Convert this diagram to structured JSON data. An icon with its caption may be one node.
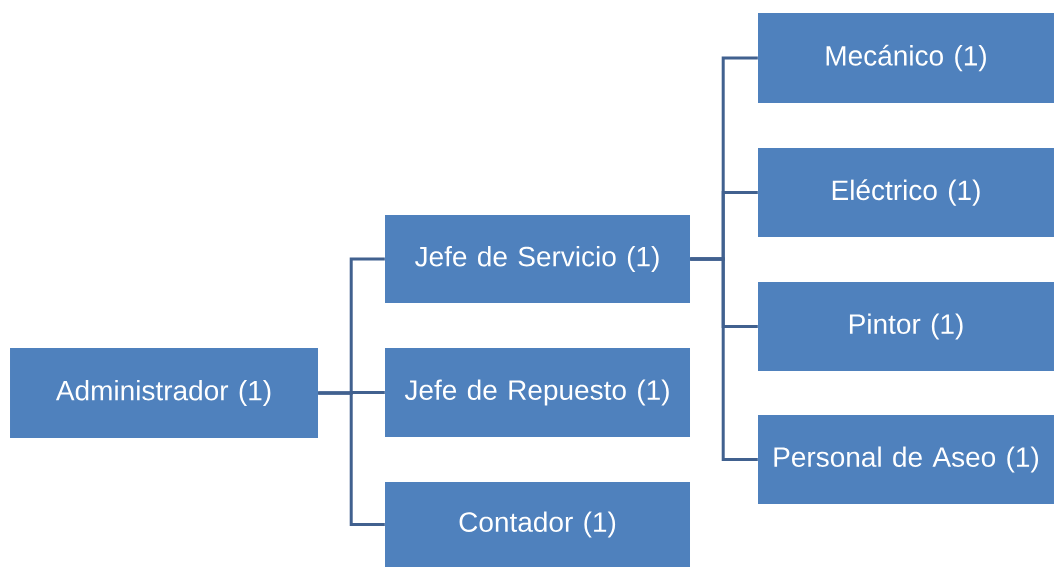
{
  "diagram": {
    "nodes": [
      {
        "text": [
          "Administrador (1)"
        ]
      },
      {
        "text": [
          "Jefe de Servicio (1)"
        ]
      },
      {
        "text": [
          "Jefe de Repuesto (1)"
        ]
      },
      {
        "text": [
          "Contador (1)"
        ]
      },
      {
        "text": [
          "Mecánico (1)"
        ]
      },
      {
        "text": [
          "Eléctrico (1)"
        ]
      },
      {
        "text": [
          "Pintor (1)"
        ]
      },
      {
        "text": [
          "Personal de Aseo (1)"
        ]
      }
    ],
    "edges": [
      {
        "from": 0,
        "to": 1,
        "arrow": "none"
      },
      {
        "from": 0,
        "to": 2,
        "arrow": "none"
      },
      {
        "from": 0,
        "to": 3,
        "arrow": "none"
      },
      {
        "from": 1,
        "to": 4,
        "arrow": "none"
      },
      {
        "from": 1,
        "to": 5,
        "arrow": "none"
      },
      {
        "from": 1,
        "to": 6,
        "arrow": "none"
      },
      {
        "from": 1,
        "to": 7,
        "arrow": "none"
      }
    ]
  }
}
